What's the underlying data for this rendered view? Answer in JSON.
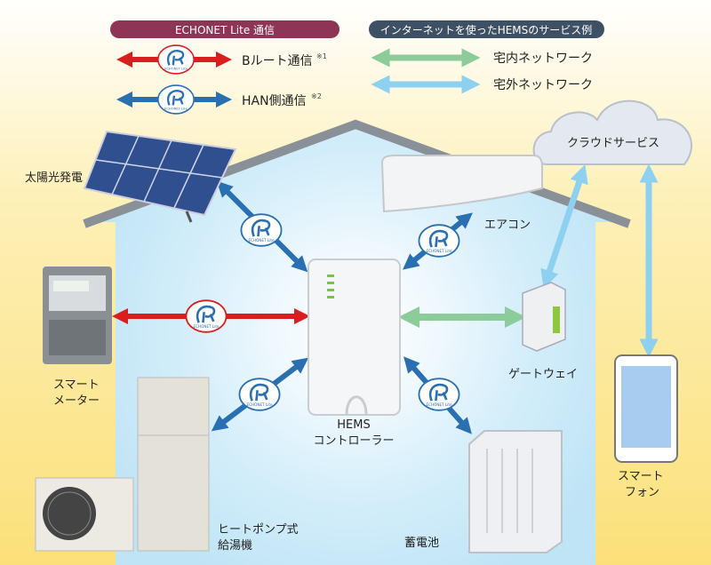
{
  "legend": {
    "echonet_title": "ECHONET Lite 通信",
    "internet_title": "インターネットを使ったHEMSのサービス例",
    "b_route": "Bルート通信",
    "b_route_note": "※1",
    "han": "HAN側通信",
    "han_note": "※2",
    "home_network": "宅内ネットワーク",
    "outside_network": "宅外ネットワーク",
    "logo_text": "ECHONET Lite"
  },
  "devices": {
    "solar": "太陽光発電",
    "meter_line1": "スマート",
    "meter_line2": "メーター",
    "heatpump_line1": "ヒートポンプ式",
    "heatpump_line2": "給湯機",
    "hems_line1": "HEMS",
    "hems_line2": "コントローラー",
    "aircon": "エアコン",
    "gateway": "ゲートウェイ",
    "battery": "蓄電池",
    "cloud": "クラウドサービス",
    "phone_line1": "スマート",
    "phone_line2": "フォン"
  },
  "colors": {
    "b_route": "#d81e1e",
    "han": "#2a6fb0",
    "home_network": "#8ccb9a",
    "outside_network": "#8dd0f0",
    "echonet_pill": "#8e3556",
    "internet_pill": "#3d5064"
  }
}
